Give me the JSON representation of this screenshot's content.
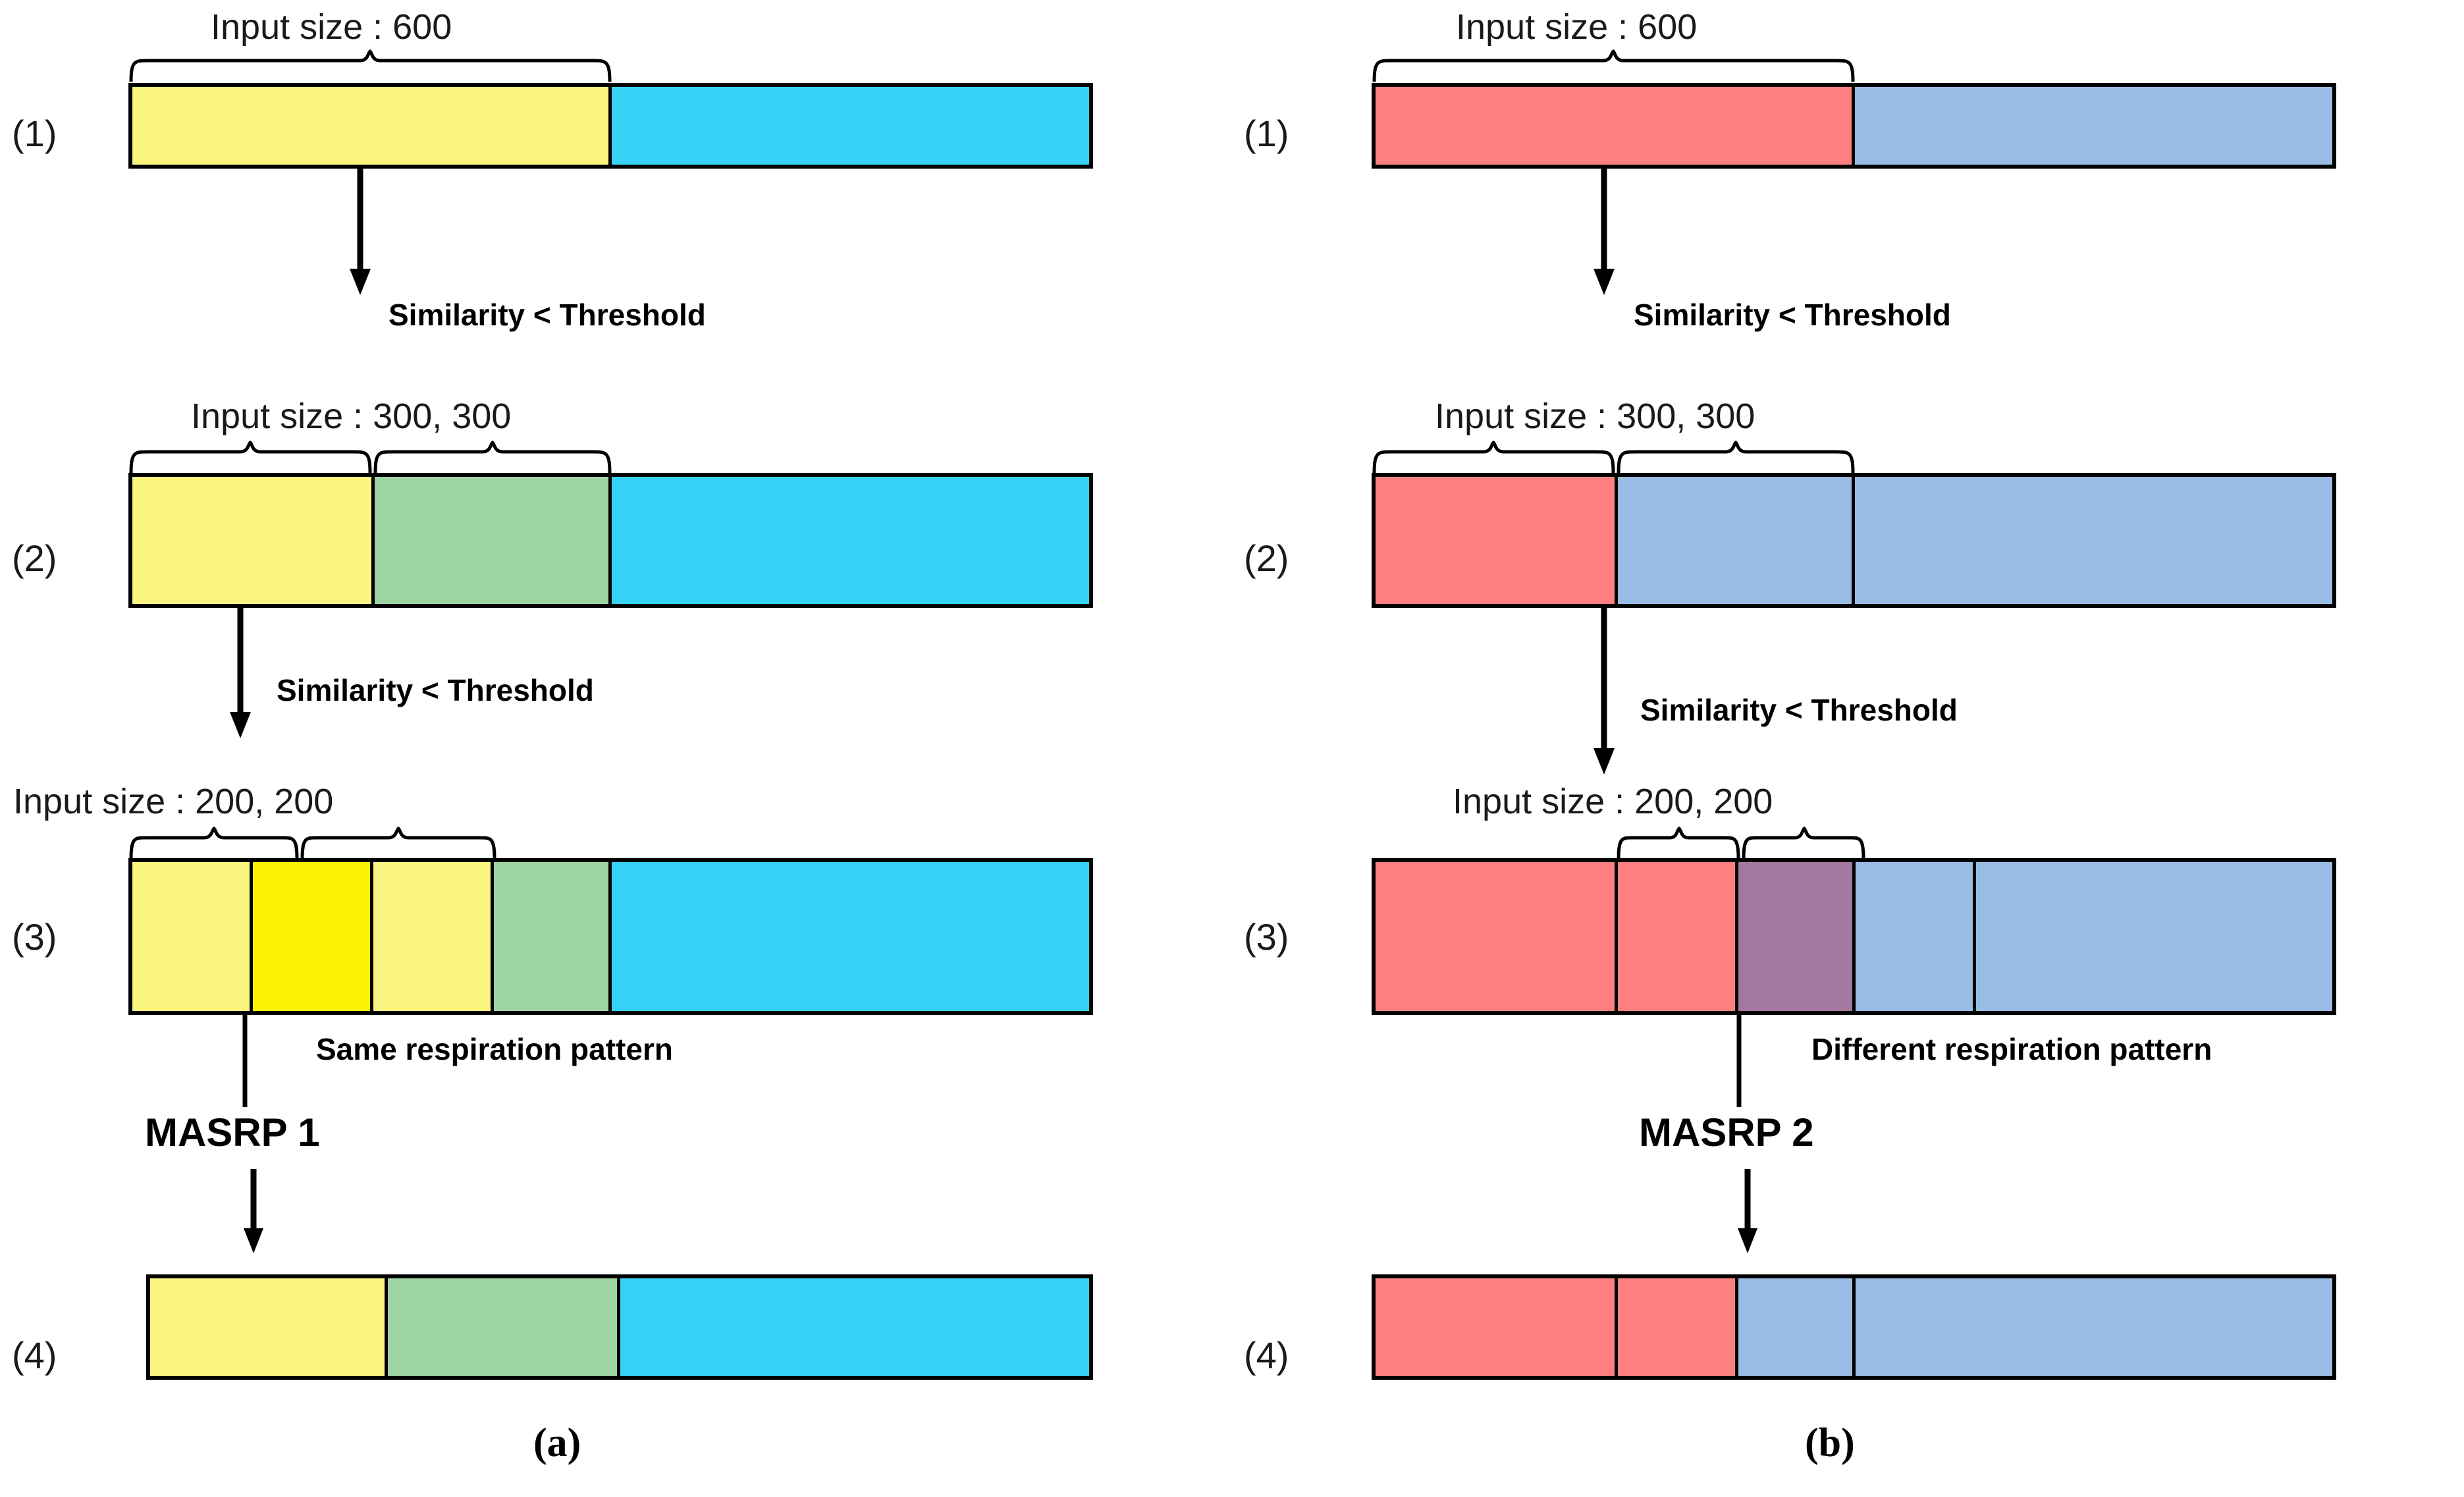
{
  "figure": {
    "panels": [
      {
        "id": "a",
        "caption": "(a)",
        "rows": [
          {
            "label": "(1)",
            "size_label": "Input size : 600",
            "segments": [
              {
                "name": "yellow-segment",
                "color": "#FAF57F",
                "width_pct": 50.1
              },
              {
                "name": "cyan-segment",
                "color": "#35D2F5",
                "width_pct": 49.9
              }
            ],
            "braces": [
              {
                "left_pct": 0.0,
                "width_pct": 50.1
              }
            ]
          },
          {
            "label": "(2)",
            "size_label": "Input size : 300, 300",
            "segments": [
              {
                "name": "yellow-segment",
                "color": "#FAF57F",
                "width_pct": 25.3
              },
              {
                "name": "green-segment",
                "color": "#9ED3A2",
                "width_pct": 24.8
              },
              {
                "name": "cyan-segment",
                "color": "#35D2F5",
                "width_pct": 49.9
              }
            ],
            "braces": [
              {
                "left_pct": 0.0,
                "width_pct": 25.3
              },
              {
                "left_pct": 25.3,
                "width_pct": 24.8
              }
            ]
          },
          {
            "label": "(3)",
            "size_label": "Input size : 200, 200",
            "segments": [
              {
                "name": "yellow-segment",
                "color": "#FAF57F",
                "width_pct": 12.6
              },
              {
                "name": "bright-yellow-segment",
                "color": "#FAF200",
                "width_pct": 12.6
              },
              {
                "name": "yellow-segment",
                "color": "#FAF57F",
                "width_pct": 12.6
              },
              {
                "name": "green-segment",
                "color": "#9ED3A2",
                "width_pct": 12.3
              },
              {
                "name": "cyan-segment",
                "color": "#35D2F5",
                "width_pct": 49.9
              }
            ],
            "braces": [
              {
                "left_pct": 0.0,
                "width_pct": 17.5
              },
              {
                "left_pct": 17.5,
                "width_pct": 20.3
              }
            ]
          },
          {
            "label": "(4)",
            "size_label": "",
            "segments": [
              {
                "name": "yellow-segment",
                "color": "#FAF57F",
                "width_pct": 25.3
              },
              {
                "name": "green-segment",
                "color": "#9ED3A2",
                "width_pct": 24.8
              },
              {
                "name": "cyan-segment",
                "color": "#35D2F5",
                "width_pct": 49.9
              }
            ],
            "braces": []
          }
        ],
        "arrow1_text": "Similarity < Threshold",
        "arrow2_text": "Similarity < Threshold",
        "pattern_text": "Same respiration pattern",
        "masrp_text": "MASRP 1"
      },
      {
        "id": "b",
        "caption": "(b)",
        "rows": [
          {
            "label": "(1)",
            "size_label": "Input size : 600",
            "segments": [
              {
                "name": "red-segment",
                "color": "#FB807F",
                "width_pct": 50.1
              },
              {
                "name": "blue-segment",
                "color": "#98BCE3",
                "width_pct": 49.9
              }
            ],
            "braces": [
              {
                "left_pct": 0.0,
                "width_pct": 50.1
              }
            ]
          },
          {
            "label": "(2)",
            "size_label": "Input size : 300, 300",
            "segments": [
              {
                "name": "red-segment",
                "color": "#FB807F",
                "width_pct": 25.3
              },
              {
                "name": "blue-segment",
                "color": "#98BCE3",
                "width_pct": 24.8
              },
              {
                "name": "blue-segment",
                "color": "#98BCE3",
                "width_pct": 49.9
              }
            ],
            "braces": [
              {
                "left_pct": 0.0,
                "width_pct": 25.3
              },
              {
                "left_pct": 25.3,
                "width_pct": 24.8
              }
            ]
          },
          {
            "label": "(3)",
            "size_label": "Input size : 200, 200",
            "segments": [
              {
                "name": "red-segment",
                "color": "#FB807F",
                "width_pct": 25.3
              },
              {
                "name": "red-segment",
                "color": "#FB807F",
                "width_pct": 12.6
              },
              {
                "name": "purple-segment",
                "color": "#A4799F",
                "width_pct": 12.3
              },
              {
                "name": "blue-segment",
                "color": "#98BCE3",
                "width_pct": 12.6
              },
              {
                "name": "blue-segment",
                "color": "#98BCE3",
                "width_pct": 37.2
              }
            ],
            "braces": [
              {
                "left_pct": 25.3,
                "width_pct": 12.6
              },
              {
                "left_pct": 37.9,
                "width_pct": 12.6
              }
            ]
          },
          {
            "label": "(4)",
            "size_label": "",
            "segments": [
              {
                "name": "red-segment",
                "color": "#FB807F",
                "width_pct": 25.3
              },
              {
                "name": "red-segment",
                "color": "#FB807F",
                "width_pct": 12.6
              },
              {
                "name": "blue-segment",
                "color": "#98BCE3",
                "width_pct": 12.3
              },
              {
                "name": "blue-segment",
                "color": "#98BCE3",
                "width_pct": 49.8
              }
            ],
            "braces": []
          }
        ],
        "arrow1_text": "Similarity < Threshold",
        "arrow2_text": "Similarity < Threshold",
        "pattern_text": "Different respiration pattern",
        "masrp_text": "MASRP 2"
      }
    ]
  }
}
